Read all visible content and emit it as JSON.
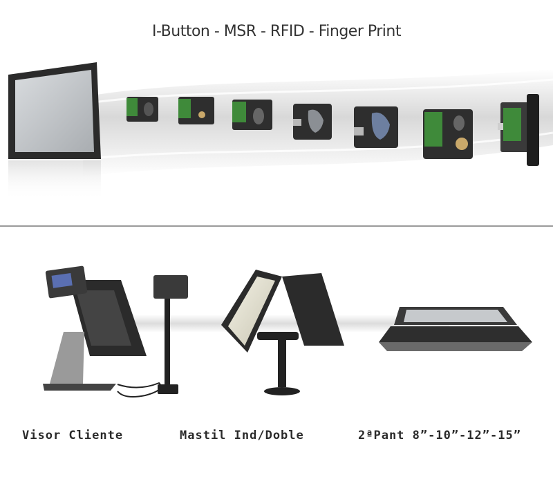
{
  "header": {
    "title": "I-Button - MSR - RFID - Finger Print"
  },
  "top_scene": {
    "items": [
      {
        "icon": "touch-monitor-icon"
      },
      {
        "icon": "ibutton-module-icon"
      },
      {
        "icon": "msr-module-icon"
      },
      {
        "icon": "rfid-module-icon"
      },
      {
        "icon": "fingerprint-module-icon"
      },
      {
        "icon": "fingerprint-module-icon"
      },
      {
        "icon": "combo-module-icon"
      },
      {
        "icon": "side-module-icon"
      }
    ]
  },
  "bottom_scene": {
    "captions": {
      "visor": "Visor Cliente",
      "mastil": "Mastil Ind/Doble",
      "second_screen": "2ªPant 8”-10”-12”-15”"
    }
  },
  "colors": {
    "frame_dark": "#2b2b2b",
    "screen_gray": "#c9ccd0",
    "module_body": "#2e2e2e",
    "pcb_green": "#3f8a3a",
    "swoosh_gray": "#d7d7d7"
  }
}
